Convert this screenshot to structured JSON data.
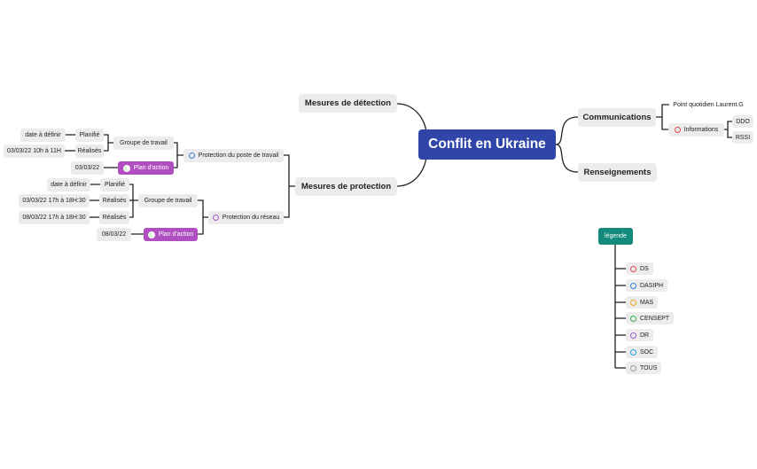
{
  "colors": {
    "root": "#2f45a7",
    "plan": "#b04fbf",
    "legend": "#138a7b",
    "line": "#222222"
  },
  "root": "Conflit en Ukraine",
  "left": {
    "detection": "Mesures de détection",
    "protection": "Mesures de protection",
    "poste": {
      "label": "Protection du poste de travail",
      "icon": "user-icon-blue",
      "groupe": "Groupe de travail",
      "planifie": "Planifié",
      "planifie_date": "date à définir",
      "realises": "Réalisés",
      "realises_date": "03/03/22 10h à 11H",
      "plan": "Plan d'action",
      "plan_date": "03/03/22"
    },
    "reseau": {
      "label": "Protection du réseau",
      "icon": "user-icon-purple",
      "groupe": "Groupe de travail",
      "planifie": "Planifié",
      "planifie_date": "date à définir",
      "realises1": "Réalisés",
      "realises1_date": "03/03/22 17h à 18H:30",
      "realises2": "Réalisés",
      "realises2_date": "08/03/22 17h à 18H:30",
      "plan": "Plan d'action",
      "plan_date": "08/03/22"
    }
  },
  "right": {
    "communications": "Communications",
    "point": "Point quotidien Laurent.G",
    "informations": "Informations",
    "ddo": "DDO",
    "rssi": "RSSI",
    "renseignements": "Renseignements"
  },
  "legend": {
    "title": "légende",
    "items": [
      {
        "label": "DS",
        "color": "#e34b4b"
      },
      {
        "label": "DASIPH",
        "color": "#3b7de0"
      },
      {
        "label": "MAS",
        "color": "#f0a81e"
      },
      {
        "label": "CENSEPT",
        "color": "#3bb54a"
      },
      {
        "label": "DR",
        "color": "#a45bc4"
      },
      {
        "label": "SOC",
        "color": "#27a1d8"
      },
      {
        "label": "TOUS",
        "color": "#9a9a9a"
      }
    ]
  }
}
